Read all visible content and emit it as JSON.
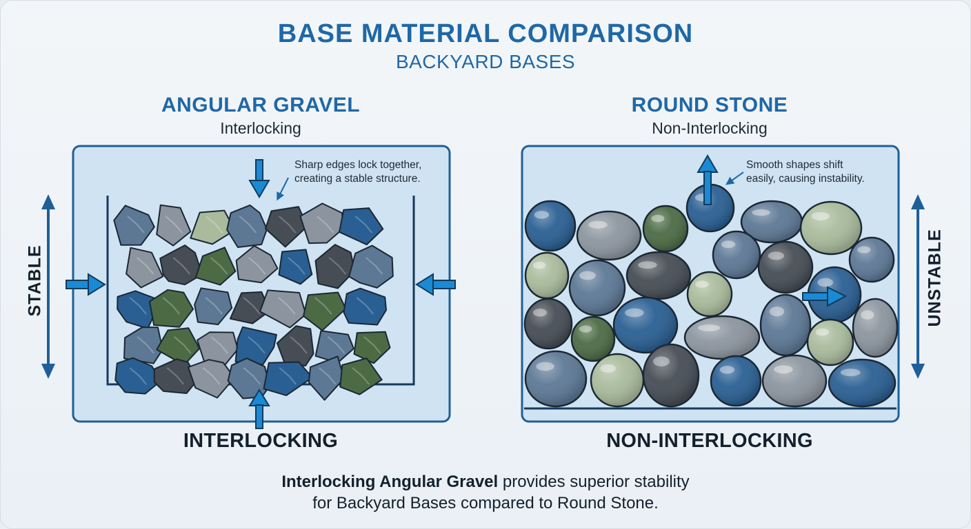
{
  "header": {
    "title": "BASE MATERIAL COMPARISON",
    "subtitle": "BACKYARD BASES"
  },
  "left_panel": {
    "title": "ANGULAR GRAVEL",
    "subtitle": "Interlocking",
    "annotation_line1": "Sharp edges lock together,",
    "annotation_line2": "creating a stable structure.",
    "bottom_label": "INTERLOCKING",
    "side_label": "STABLE"
  },
  "right_panel": {
    "title": "ROUND STONE",
    "subtitle": "Non-Interlocking",
    "annotation_line1": "Smooth shapes shift",
    "annotation_line2": "easily, causing instability.",
    "bottom_label": "NON-INTERLOCKING",
    "side_label": "UNSTABLE"
  },
  "caption": {
    "bold_part": "Interlocking Angular Gravel",
    "line1_rest": " provides superior stability",
    "line2": "for Backyard Bases compared to Round Stone."
  },
  "colors": {
    "accent": "#1f68a6",
    "panel_fill": "#cfe3f2",
    "arrow": "#1a8ad4",
    "stone_blue": "#2a5f93",
    "stone_slate": "#5d7895",
    "stone_gray": "#8c959f",
    "stone_charcoal": "#464d55",
    "stone_green": "#4c6b45",
    "stone_sage": "#a9bb9c"
  },
  "icons": [
    "arrow-down-icon",
    "arrow-up-icon",
    "arrow-left-icon",
    "arrow-right-icon",
    "double-arrow-vertical-icon"
  ]
}
